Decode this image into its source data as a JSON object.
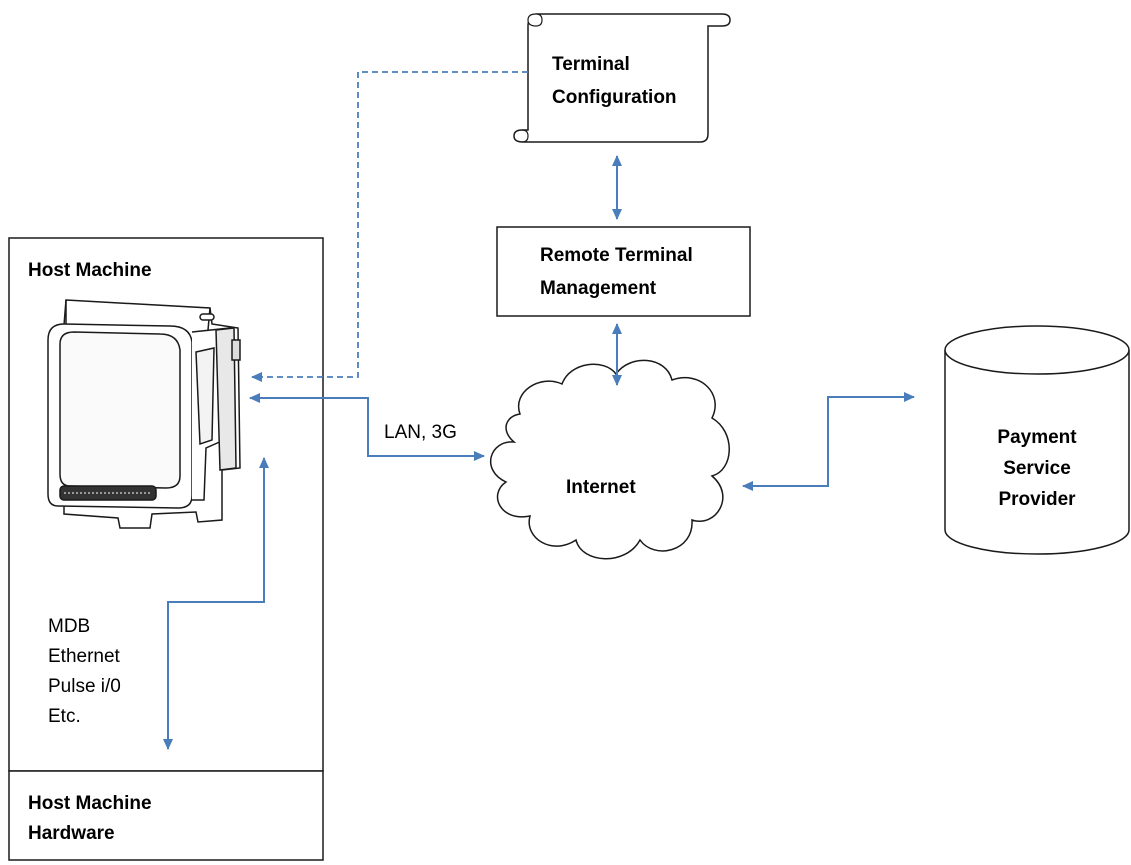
{
  "nodes": {
    "terminal_config": {
      "line1": "Terminal",
      "line2": "Configuration"
    },
    "remote_mgmt": {
      "line1": "Remote Terminal",
      "line2": "Management"
    },
    "host_machine": {
      "title": "Host Machine"
    },
    "host_hardware": {
      "line1": "Host Machine",
      "line2": "Hardware"
    },
    "internet": {
      "label": "Internet"
    },
    "payment_provider": {
      "line1": "Payment",
      "line2": "Service",
      "line3": "Provider"
    }
  },
  "connections": {
    "lan_label": "LAN, 3G",
    "interfaces": [
      "MDB",
      "Ethernet",
      "Pulse i/0",
      "Etc."
    ]
  },
  "colors": {
    "arrow": "#4a7ebb",
    "stroke": "#1a1a1a"
  },
  "icons": {
    "device": "payment-terminal-icon"
  }
}
